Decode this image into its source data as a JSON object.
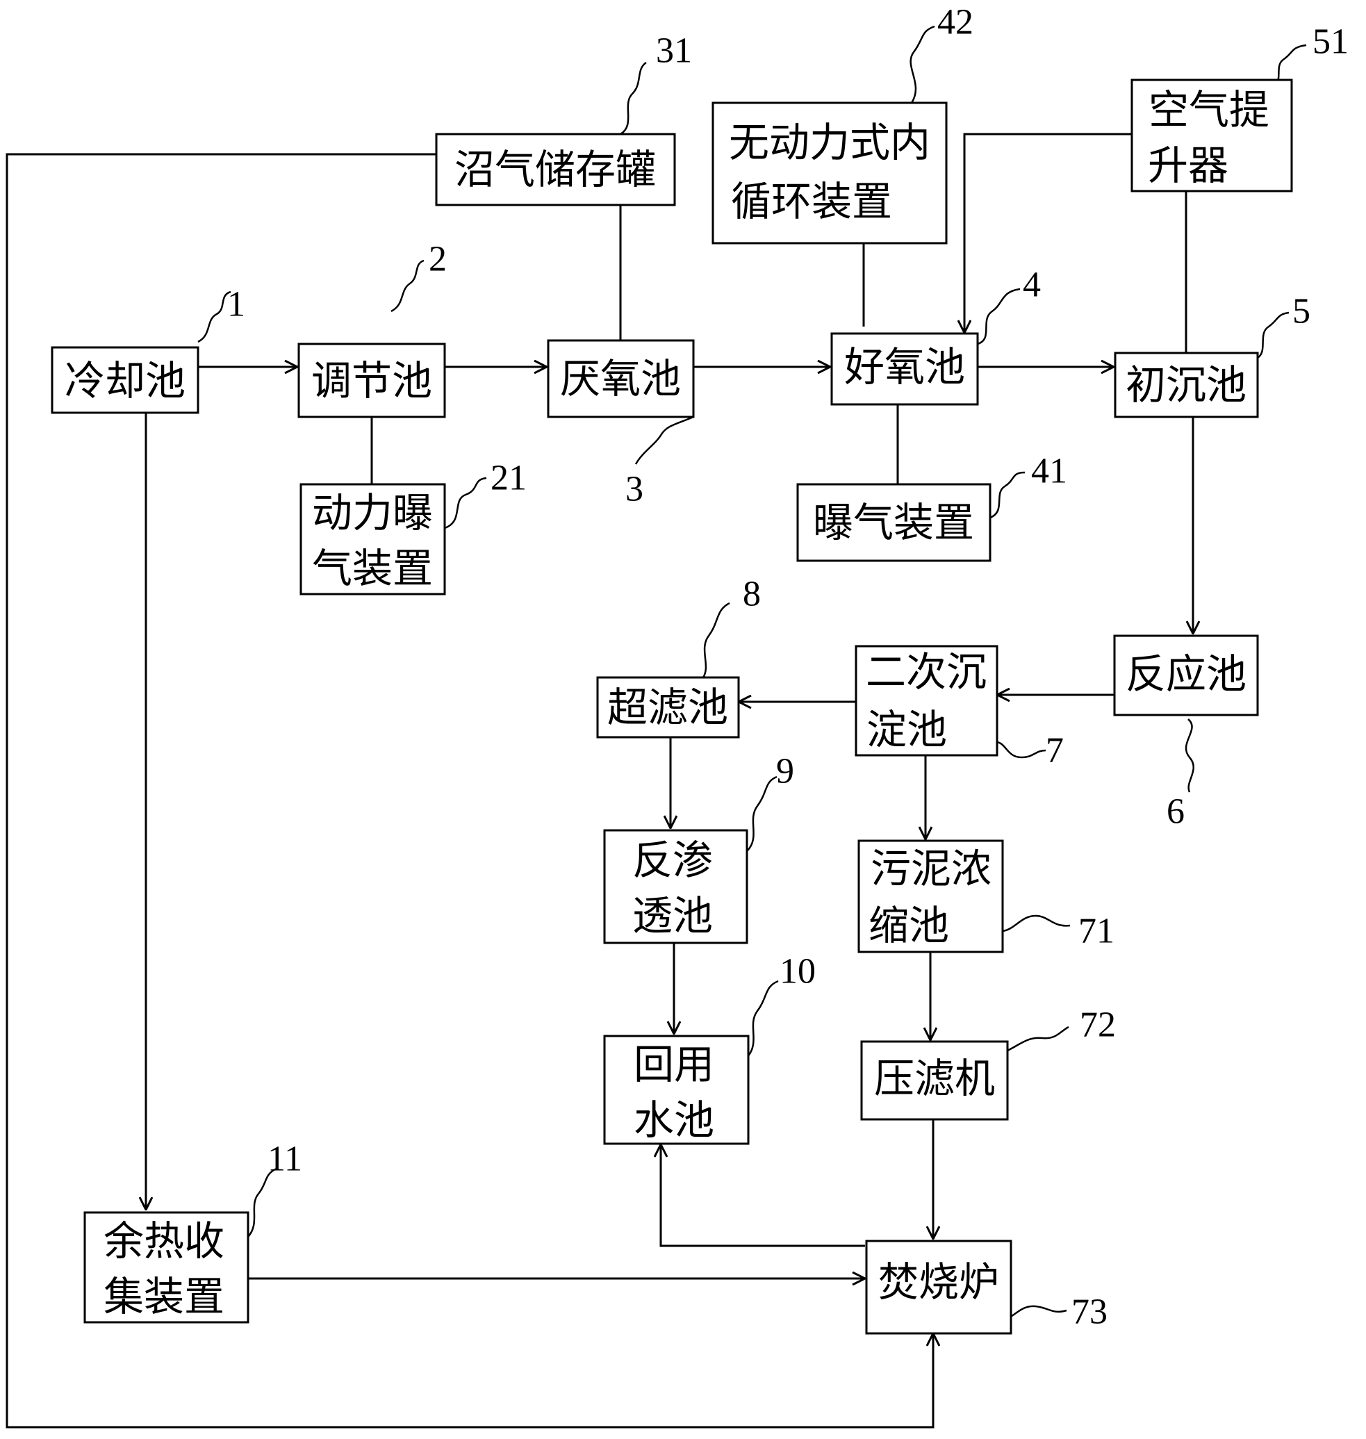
{
  "nodes": {
    "cooling": {
      "lines": [
        "冷却池"
      ],
      "ref": "1"
    },
    "regulating": {
      "lines": [
        "调节池"
      ],
      "ref": "2"
    },
    "aeration_power": {
      "lines": [
        "动力曝",
        "气装置"
      ],
      "ref": "21"
    },
    "anaerobic": {
      "lines": [
        "厌氧池"
      ],
      "ref": "3"
    },
    "biogas_tank": {
      "lines": [
        "沼气储存罐"
      ],
      "ref": "31"
    },
    "aerobic": {
      "lines": [
        "好氧池"
      ],
      "ref": "4"
    },
    "aeration_device": {
      "lines": [
        "曝气装置"
      ],
      "ref": "41"
    },
    "unpowered_circulation": {
      "lines": [
        "无动力式内",
        "循环装置"
      ],
      "ref": "42"
    },
    "primary_settling": {
      "lines": [
        "初沉池"
      ],
      "ref": "5"
    },
    "air_lifter": {
      "lines": [
        "空气提",
        "升器"
      ],
      "ref": "51"
    },
    "reaction": {
      "lines": [
        "反应池"
      ],
      "ref": "6"
    },
    "secondary_settling": {
      "lines": [
        "二次沉",
        "淀池"
      ],
      "ref": "7"
    },
    "sludge_thickening": {
      "lines": [
        "污泥浓",
        "缩池"
      ],
      "ref": "71"
    },
    "filter_press": {
      "lines": [
        "压滤机"
      ],
      "ref": "72"
    },
    "incinerator": {
      "lines": [
        "焚烧炉"
      ],
      "ref": "73"
    },
    "ultrafiltration": {
      "lines": [
        "超滤池"
      ],
      "ref": "8"
    },
    "reverse_osmosis": {
      "lines": [
        "反渗",
        "透池"
      ],
      "ref": "9"
    },
    "reuse_water": {
      "lines": [
        "回用",
        "水池"
      ],
      "ref": "10"
    },
    "waste_heat": {
      "lines": [
        "余热收",
        "集装置"
      ],
      "ref": "11"
    }
  }
}
